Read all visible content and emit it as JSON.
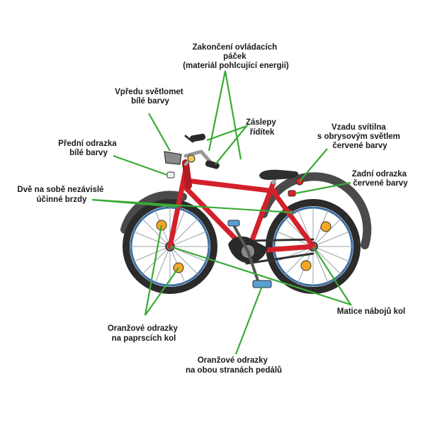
{
  "labels": {
    "lever_ends": [
      "Zakončení ovládacích",
      "páček",
      "(materiál pohlcující energii)"
    ],
    "front_light": [
      "Vpředu světlomet",
      "bílé barvy"
    ],
    "bar_plugs": [
      "Záslepy",
      "řídítek"
    ],
    "rear_light": [
      "Vzadu svítilna",
      "s obrysovým světlem",
      "červené barvy"
    ],
    "front_reflector": [
      "Přední odrazka",
      "bílé barvy"
    ],
    "rear_reflector": [
      "Zadní odrazka",
      "červené barvy"
    ],
    "brakes": [
      "Dvě na sobě nezávislé",
      "účinné brzdy"
    ],
    "hub_nuts": [
      "Matice nábojů kol"
    ],
    "spoke_reflectors": [
      "Oranžové odrazky",
      "na paprscích kol"
    ],
    "pedal_reflectors": [
      "Oranžové odrazky",
      "na obou stranách pedálů"
    ]
  },
  "colors": {
    "leader_line": "#3aaa35",
    "frame": "#d4202a",
    "tire": "#2b2b2b",
    "rim": "#3a6ea5",
    "fender": "#4a4a4a",
    "saddle": "#2f2f2f",
    "grip": "#2a2a2a",
    "reflector_orange": "#f5a623",
    "reflector_red": "#e02020",
    "light_white": "#f2f2f2"
  }
}
